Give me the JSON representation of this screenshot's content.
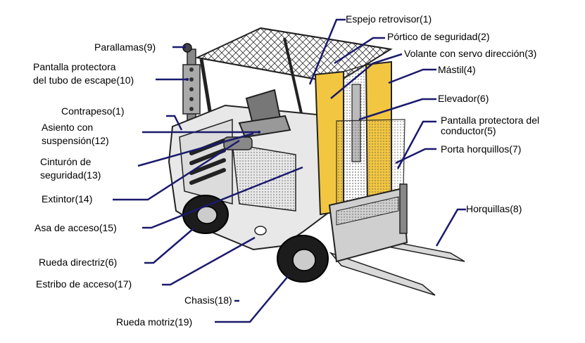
{
  "labels": {
    "espejo": "Espejo retrovisor(1)",
    "portico": "Pórtico de seguridad(2)",
    "volante": "Volante con servo dirección(3)",
    "mastil": "Mástil(4)",
    "elevador": "Elevador(6)",
    "pantalla_conductor_1": "Pantalla protectora del",
    "pantalla_conductor_2": "conductor(5)",
    "porta_horquillos": "Porta horquillos(7)",
    "horquillas": "Horquillas(8)",
    "parallamas": "Parallamas(9)",
    "pantalla_escape_1": "Pantalla protectora",
    "pantalla_escape_2": "del tubo de escape(10)",
    "contrapeso": "Contrapeso(1)",
    "asiento_1": "Asiento con",
    "asiento_2": "suspensión(12)",
    "cinturon_1": "Cinturón de",
    "cinturon_2": "seguridad(13)",
    "extintor": "Extintor(14)",
    "asa": "Asa de acceso(15)",
    "rueda_directriz": "Rueda directriz(6)",
    "estribo": "Estribo de acceso(17)",
    "chasis": "Chasis(18)",
    "rueda_motriz": "Rueda motriz(19)"
  },
  "colors": {
    "mast_yellow": "#f2c640",
    "leader_navy": "#1a1a6e",
    "body_light": "#e8e8e8",
    "outline": "#222222"
  }
}
